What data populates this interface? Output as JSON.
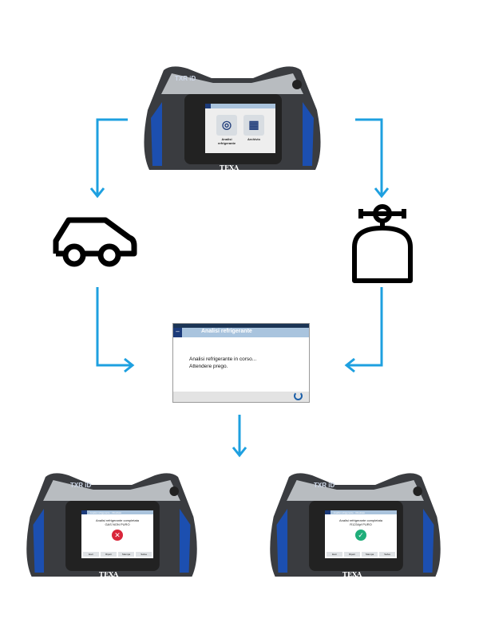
{
  "colors": {
    "arrow": "#1ea0e0",
    "device_blue": "#1c4fb0",
    "success": "#1fae7a",
    "error": "#d9263a"
  },
  "device": {
    "brand": "TEXA",
    "model": "TXR iD"
  },
  "home_screen": {
    "tiles": [
      {
        "label": "Analisi refrigerante",
        "icon": "gas-analysis-icon"
      },
      {
        "label": "Archivio",
        "icon": "archive-grid-icon"
      }
    ]
  },
  "analysis_screen": {
    "title": "Analisi refrigerante",
    "message_line1": "Analisi refrigerante in corso...",
    "message_line2": "Attendere prego."
  },
  "result_fail": {
    "header": "Analisi refrigerante - Risultato",
    "line1": "Analisi refrigerante completata",
    "line2": "GAS NON PURO"
  },
  "result_ok": {
    "header": "Analisi refrigerante - Risultato",
    "line1": "Analisi refrigerante completata",
    "line2": "R1234yf PURO"
  },
  "result_buttons": [
    "Esci",
    "Ripeti",
    "Stampa",
    "Salva"
  ],
  "icons": [
    "car-icon",
    "gas-cylinder-icon",
    "arrow-icon"
  ]
}
